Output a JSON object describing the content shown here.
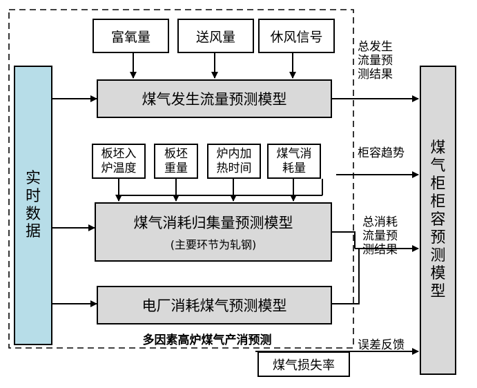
{
  "inputs_top": [
    "富氧量",
    "送风量",
    "休风信号"
  ],
  "generation_model": "煤气发生流量预测模型",
  "realtime_data": [
    "实",
    "时",
    "数",
    "据"
  ],
  "inputs_mid": [
    "板坯入\n炉温度",
    "板坯\n重量",
    "炉内加\n热时间",
    "煤气消\n耗量"
  ],
  "consumption_model": {
    "title": "煤气消耗归集量预测模型",
    "subtitle": "(主要环节为轧钢)"
  },
  "power_model": "电厂消耗煤气预测模型",
  "dashed_region_label": "多因素高炉煤气产消预测",
  "right_model": [
    "煤",
    "气",
    "柜",
    "柜",
    "容",
    "预",
    "测",
    "模",
    "型"
  ],
  "side_labels": {
    "total_generation": "总发生\n流量预\n测结果",
    "holder_trend": "柜容趋势",
    "total_consumption": "总消耗\n流量预\n测结果",
    "error_feedback": "误差反馈"
  },
  "loss_rate": "煤气损失率"
}
